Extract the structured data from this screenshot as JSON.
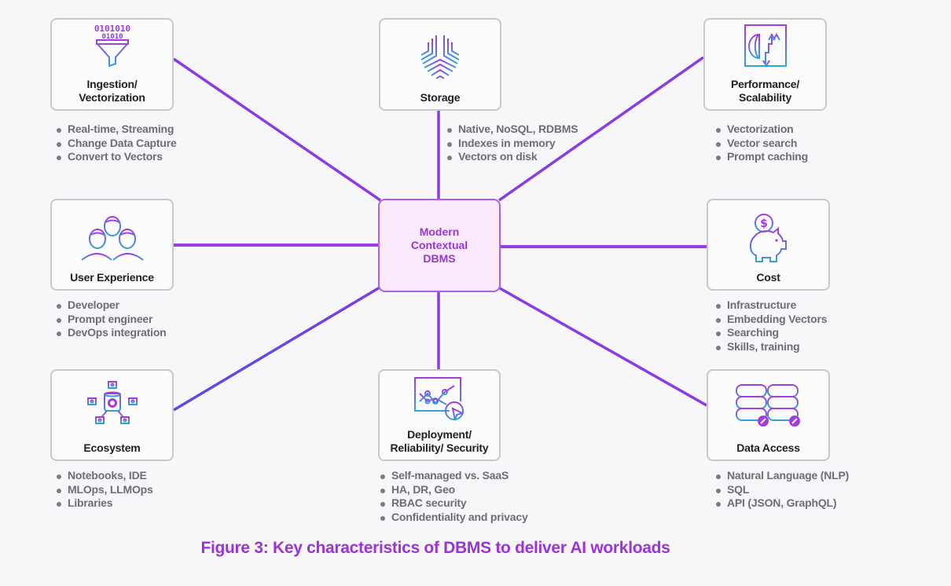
{
  "center": {
    "title": "Modern\nContextual\nDBMS"
  },
  "nodes": [
    {
      "id": "ingestion",
      "title": "Ingestion/\nVectorization",
      "icon": "funnel-binary-icon",
      "bullets": [
        "Real-time, Streaming",
        "Change Data Capture",
        "Convert to Vectors"
      ]
    },
    {
      "id": "storage",
      "title": "Storage",
      "icon": "storage-hexagon-icon",
      "bullets": [
        "Native, NoSQL, RDBMS",
        "Indexes in memory",
        "Vectors on disk"
      ]
    },
    {
      "id": "performance",
      "title": "Performance/\nScalability",
      "icon": "globe-arrows-icon",
      "bullets": [
        "Vectorization",
        "Vector search",
        "Prompt caching"
      ]
    },
    {
      "id": "user-experience",
      "title": "User Experience",
      "icon": "users-group-icon",
      "bullets": [
        "Developer",
        "Prompt engineer",
        "DevOps integration"
      ]
    },
    {
      "id": "cost",
      "title": "Cost",
      "icon": "piggy-bank-icon",
      "bullets": [
        "Infrastructure",
        "Embedding Vectors",
        "Searching",
        "Skills, training"
      ]
    },
    {
      "id": "ecosystem",
      "title": "Ecosystem",
      "icon": "network-nodes-icon",
      "bullets": [
        "Notebooks, IDE",
        "MLOps, LLMOps",
        "Libraries"
      ]
    },
    {
      "id": "deployment",
      "title": "Deployment/\nReliability/ Security",
      "icon": "chart-window-cursor-icon",
      "bullets": [
        "Self-managed vs. SaaS",
        "HA, DR, Geo",
        "RBAC security",
        "Confidentiality and privacy"
      ]
    },
    {
      "id": "data-access",
      "title": "Data Access",
      "icon": "database-pair-icon",
      "bullets": [
        "Natural Language (NLP)",
        "SQL",
        "API (JSON, GraphQL)"
      ]
    }
  ],
  "caption": "Figure 3: Key characteristics of DBMS to deliver AI workloads",
  "colors": {
    "accent": "#9b34d4",
    "line": "#8a3ce0",
    "gradient_top": "#a43ae0",
    "gradient_bottom": "#2fa3dc"
  }
}
